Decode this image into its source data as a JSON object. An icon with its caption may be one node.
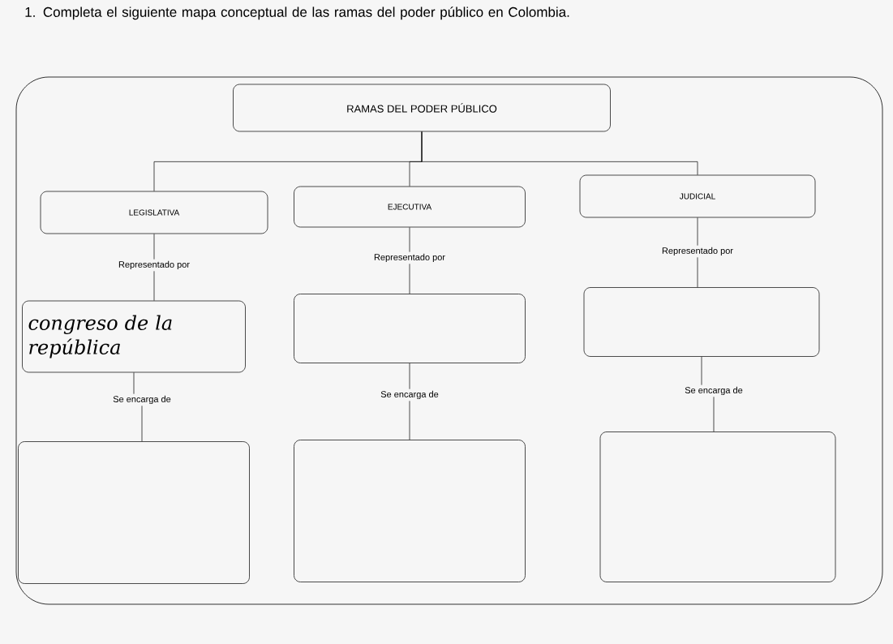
{
  "diagram": {
    "title": "1. Completa el siguiente mapa conceptual de las ramas del poder público en Colombia.",
    "nodes": [
      {
        "text": [
          "RAMAS DEL PODER PÚBLICO"
        ]
      },
      {
        "text": [
          "LEGISLATIVA"
        ]
      },
      {
        "text": [
          "EJECUTIVA"
        ]
      },
      {
        "text": [
          "JUDICIAL"
        ]
      },
      {
        "text": [
          "Representado por"
        ]
      },
      {
        "text": [
          "Representado por"
        ]
      },
      {
        "text": [
          "Representado por"
        ]
      },
      {
        "text": [
          "congreso de la república"
        ]
      },
      {
        "text": [],
        "shape": "box"
      },
      {
        "text": [],
        "shape": "box"
      },
      {
        "text": [
          "Se encarga de"
        ]
      },
      {
        "text": [
          "Se encarga de"
        ]
      },
      {
        "text": [
          "Se encarga de"
        ]
      },
      {
        "text": [],
        "shape": "box"
      },
      {
        "text": [],
        "shape": "box"
      },
      {
        "text": [],
        "shape": "box"
      }
    ],
    "edges": [
      {
        "from": 0,
        "to": 1,
        "arrow": "none"
      },
      {
        "from": 0,
        "to": 2,
        "arrow": "none"
      },
      {
        "from": 0,
        "to": 3,
        "arrow": "none"
      },
      {
        "from": 1,
        "to": 4,
        "arrow": "none"
      },
      {
        "from": 2,
        "to": 5,
        "arrow": "none"
      },
      {
        "from": 3,
        "to": 6,
        "arrow": "none"
      },
      {
        "from": 4,
        "to": 7,
        "arrow": "none"
      },
      {
        "from": 5,
        "to": 8,
        "arrow": "none"
      },
      {
        "from": 6,
        "to": 9,
        "arrow": "none"
      },
      {
        "from": 7,
        "to": 10,
        "arrow": "none"
      },
      {
        "from": 8,
        "to": 11,
        "arrow": "none"
      },
      {
        "from": 9,
        "to": 12,
        "arrow": "none"
      },
      {
        "from": 10,
        "to": 13,
        "arrow": "none"
      },
      {
        "from": 11,
        "to": 14,
        "arrow": "none"
      },
      {
        "from": 12,
        "to": 15,
        "arrow": "none"
      }
    ]
  }
}
